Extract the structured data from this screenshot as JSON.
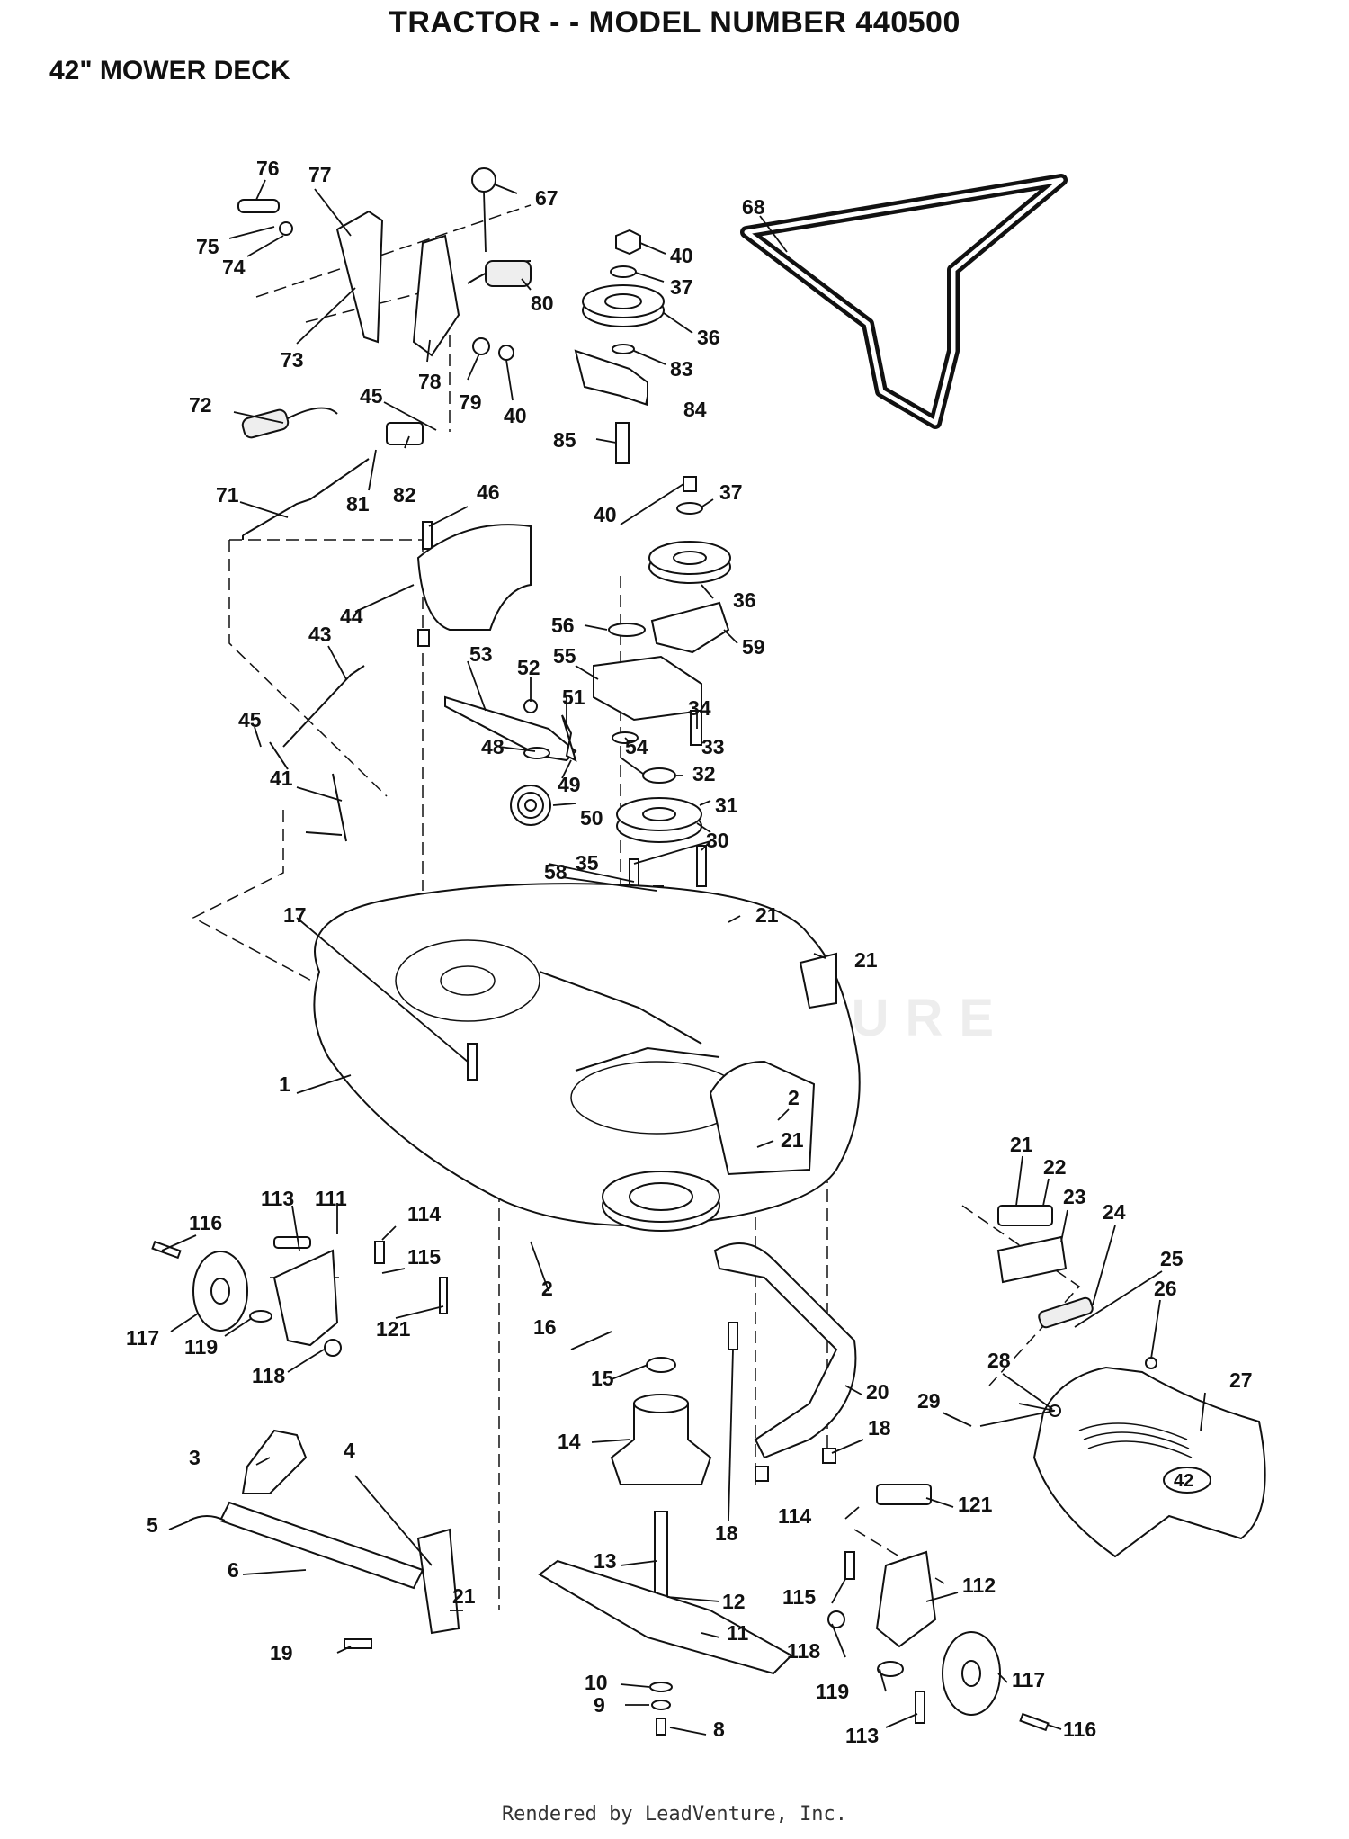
{
  "header": {
    "title": "TRACTOR - - MODEL NUMBER 440500",
    "subtitle": "42\" MOWER DECK"
  },
  "footer": {
    "credit": "Rendered by LeadVenture, Inc."
  },
  "watermark": {
    "text": "LEADVENTURE"
  },
  "callouts": [
    {
      "id": "c76",
      "text": "76"
    },
    {
      "id": "c77",
      "text": "77"
    },
    {
      "id": "c67",
      "text": "67"
    },
    {
      "id": "c75",
      "text": "75"
    },
    {
      "id": "c74",
      "text": "74"
    },
    {
      "id": "c73",
      "text": "73"
    },
    {
      "id": "c78",
      "text": "78"
    },
    {
      "id": "c79",
      "text": "79"
    },
    {
      "id": "c40a",
      "text": "40"
    },
    {
      "id": "c80",
      "text": "80"
    },
    {
      "id": "c72",
      "text": "72"
    },
    {
      "id": "c45a",
      "text": "45"
    },
    {
      "id": "c81",
      "text": "81"
    },
    {
      "id": "c82",
      "text": "82"
    },
    {
      "id": "c71",
      "text": "71"
    },
    {
      "id": "c68",
      "text": "68"
    },
    {
      "id": "c40b",
      "text": "40"
    },
    {
      "id": "c37a",
      "text": "37"
    },
    {
      "id": "c36a",
      "text": "36"
    },
    {
      "id": "c83",
      "text": "83"
    },
    {
      "id": "c84",
      "text": "84"
    },
    {
      "id": "c85",
      "text": "85"
    },
    {
      "id": "c40c",
      "text": "40"
    },
    {
      "id": "c37b",
      "text": "37"
    },
    {
      "id": "c36b",
      "text": "36"
    },
    {
      "id": "c59",
      "text": "59"
    },
    {
      "id": "c46",
      "text": "46"
    },
    {
      "id": "c44",
      "text": "44"
    },
    {
      "id": "c56",
      "text": "56"
    },
    {
      "id": "c55",
      "text": "55"
    },
    {
      "id": "c53",
      "text": "53"
    },
    {
      "id": "c52",
      "text": "52"
    },
    {
      "id": "c51",
      "text": "51"
    },
    {
      "id": "c34",
      "text": "34"
    },
    {
      "id": "c54",
      "text": "54"
    },
    {
      "id": "c33",
      "text": "33"
    },
    {
      "id": "c48",
      "text": "48"
    },
    {
      "id": "c49",
      "text": "49"
    },
    {
      "id": "c32",
      "text": "32"
    },
    {
      "id": "c43",
      "text": "43"
    },
    {
      "id": "c45b",
      "text": "45"
    },
    {
      "id": "c41",
      "text": "41"
    },
    {
      "id": "c50",
      "text": "50"
    },
    {
      "id": "c31",
      "text": "31"
    },
    {
      "id": "c30",
      "text": "30"
    },
    {
      "id": "c58",
      "text": "58"
    },
    {
      "id": "c35",
      "text": "35"
    },
    {
      "id": "c21a",
      "text": "21"
    },
    {
      "id": "c21b",
      "text": "21"
    },
    {
      "id": "c17",
      "text": "17"
    },
    {
      "id": "c1",
      "text": "1"
    },
    {
      "id": "c2a",
      "text": "2"
    },
    {
      "id": "c21c",
      "text": "21"
    },
    {
      "id": "c21d",
      "text": "21"
    },
    {
      "id": "c22",
      "text": "22"
    },
    {
      "id": "c23",
      "text": "23"
    },
    {
      "id": "c24",
      "text": "24"
    },
    {
      "id": "c25",
      "text": "25"
    },
    {
      "id": "c26",
      "text": "26"
    },
    {
      "id": "c113a",
      "text": "113"
    },
    {
      "id": "c111",
      "text": "111"
    },
    {
      "id": "c114a",
      "text": "114"
    },
    {
      "id": "c116a",
      "text": "116"
    },
    {
      "id": "c115a",
      "text": "115"
    },
    {
      "id": "c117a",
      "text": "117"
    },
    {
      "id": "c119a",
      "text": "119"
    },
    {
      "id": "c121a",
      "text": "121"
    },
    {
      "id": "c118a",
      "text": "118"
    },
    {
      "id": "c2b",
      "text": "2"
    },
    {
      "id": "c16",
      "text": "16"
    },
    {
      "id": "c15",
      "text": "15"
    },
    {
      "id": "c20",
      "text": "20"
    },
    {
      "id": "c28",
      "text": "28"
    },
    {
      "id": "c27",
      "text": "27"
    },
    {
      "id": "c29",
      "text": "29"
    },
    {
      "id": "c14",
      "text": "14"
    },
    {
      "id": "c18a",
      "text": "18"
    },
    {
      "id": "c18b",
      "text": "18"
    },
    {
      "id": "c3",
      "text": "3"
    },
    {
      "id": "c4",
      "text": "4"
    },
    {
      "id": "c5",
      "text": "5"
    },
    {
      "id": "c6",
      "text": "6"
    },
    {
      "id": "c21e",
      "text": "21"
    },
    {
      "id": "c114b",
      "text": "114"
    },
    {
      "id": "c121b",
      "text": "121"
    },
    {
      "id": "c13",
      "text": "13"
    },
    {
      "id": "c12",
      "text": "12"
    },
    {
      "id": "c115b",
      "text": "115"
    },
    {
      "id": "c112",
      "text": "112"
    },
    {
      "id": "c11",
      "text": "11"
    },
    {
      "id": "c118b",
      "text": "118"
    },
    {
      "id": "c19",
      "text": "19"
    },
    {
      "id": "c10",
      "text": "10"
    },
    {
      "id": "c119b",
      "text": "119"
    },
    {
      "id": "c117b",
      "text": "117"
    },
    {
      "id": "c9",
      "text": "9"
    },
    {
      "id": "c8",
      "text": "8"
    },
    {
      "id": "c113b",
      "text": "113"
    },
    {
      "id": "c116b",
      "text": "116"
    }
  ]
}
